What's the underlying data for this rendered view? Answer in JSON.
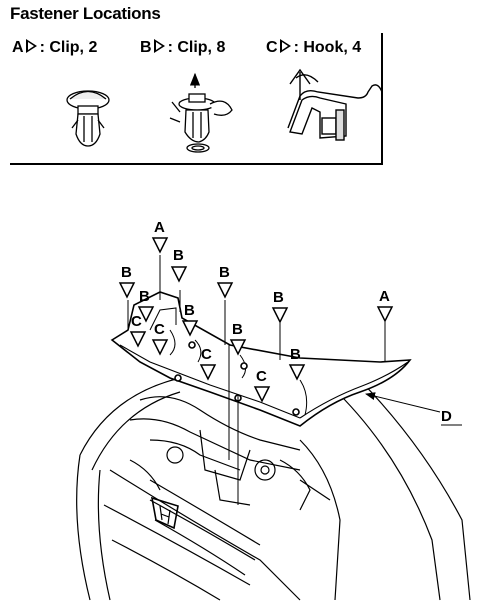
{
  "header": {
    "title": "Fastener Locations"
  },
  "legend": [
    {
      "letter": "A",
      "text": ": Clip, 2"
    },
    {
      "letter": "B",
      "text": ": Clip, 8"
    },
    {
      "letter": "C",
      "text": ": Hook, 4"
    }
  ],
  "callouts": {
    "A": "A",
    "B": "B",
    "C": "C",
    "D": "D"
  }
}
